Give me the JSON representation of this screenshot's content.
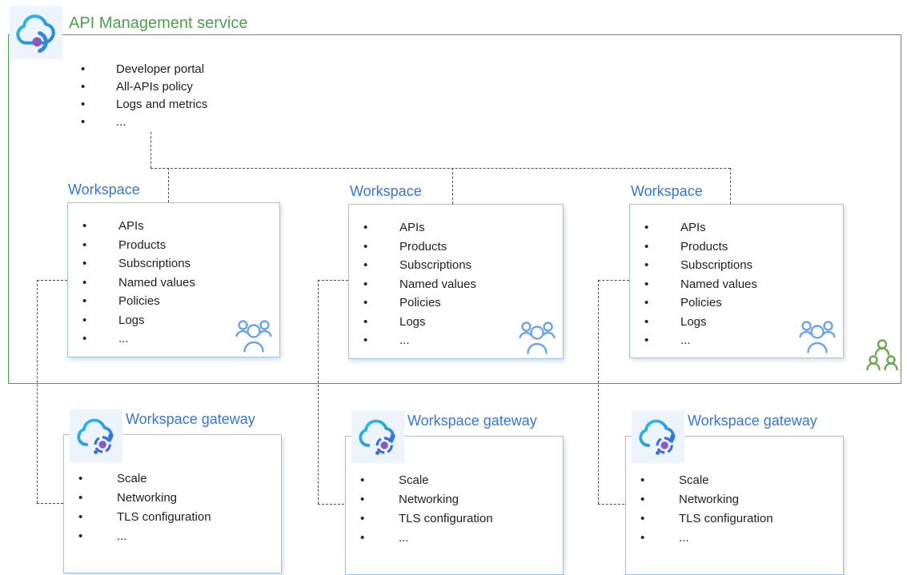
{
  "service": {
    "title": "API Management service",
    "items": [
      "Developer portal",
      "All-APIs policy",
      "Logs and metrics",
      "..."
    ]
  },
  "workspaces": [
    {
      "title": "Workspace",
      "items": [
        "APIs",
        "Products",
        "Subscriptions",
        "Named values",
        "Policies",
        "Logs",
        "..."
      ]
    },
    {
      "title": "Workspace",
      "items": [
        "APIs",
        "Products",
        "Subscriptions",
        "Named values",
        "Policies",
        "Logs",
        "..."
      ]
    },
    {
      "title": "Workspace",
      "items": [
        "APIs",
        "Products",
        "Subscriptions",
        "Named values",
        "Policies",
        "Logs",
        "..."
      ]
    }
  ],
  "gateways": [
    {
      "title": "Workspace gateway",
      "items": [
        "Scale",
        "Networking",
        "TLS configuration",
        "..."
      ]
    },
    {
      "title": "Workspace gateway",
      "items": [
        "Scale",
        "Networking",
        "TLS configuration",
        "..."
      ]
    },
    {
      "title": "Workspace gateway",
      "items": [
        "Scale",
        "Networking",
        "TLS configuration",
        "..."
      ]
    }
  ],
  "icons": {
    "service_icon": "api-management-cloud-icon",
    "gateway_icon": "workspace-gateway-cloud-icon",
    "workspace_people_icon": "people-group-icon",
    "service_people_icon": "people-group-icon"
  },
  "colors": {
    "service_green": "#4f9e4f",
    "title_blue": "#3277d8",
    "box_border": "#9cc3ec",
    "dashed_line": "#4a4a4a",
    "people_blue": "#6ba4e9",
    "people_green": "#6aa84f",
    "icon_purple": "#8a5bbe",
    "cloud_gradient_start": "#29c3ec",
    "cloud_gradient_end": "#2e7cd6"
  }
}
